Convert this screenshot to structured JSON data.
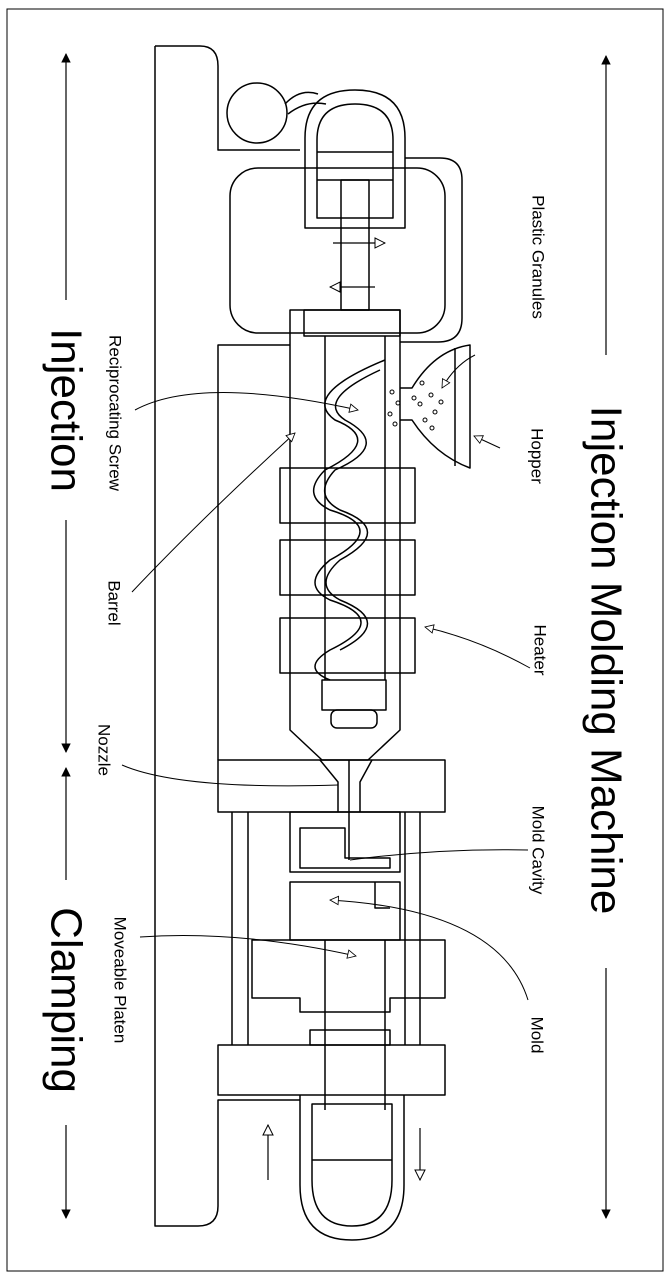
{
  "title": "Injection Molding Machine",
  "sections": {
    "injection": "Injection",
    "clamping": "Clamping"
  },
  "labels": {
    "plastic_granules": "Plastic Granules",
    "hopper": "Hopper",
    "heater": "Heater",
    "mold_cavity": "Mold Cavity",
    "mold": "Mold",
    "reciprocating_screw": "Reciprocating Screw",
    "barrel": "Barrel",
    "nozzle": "Nozzle",
    "moveable_platen": "Moveable Platen"
  },
  "colors": {
    "line": "#000000",
    "background": "#ffffff"
  }
}
